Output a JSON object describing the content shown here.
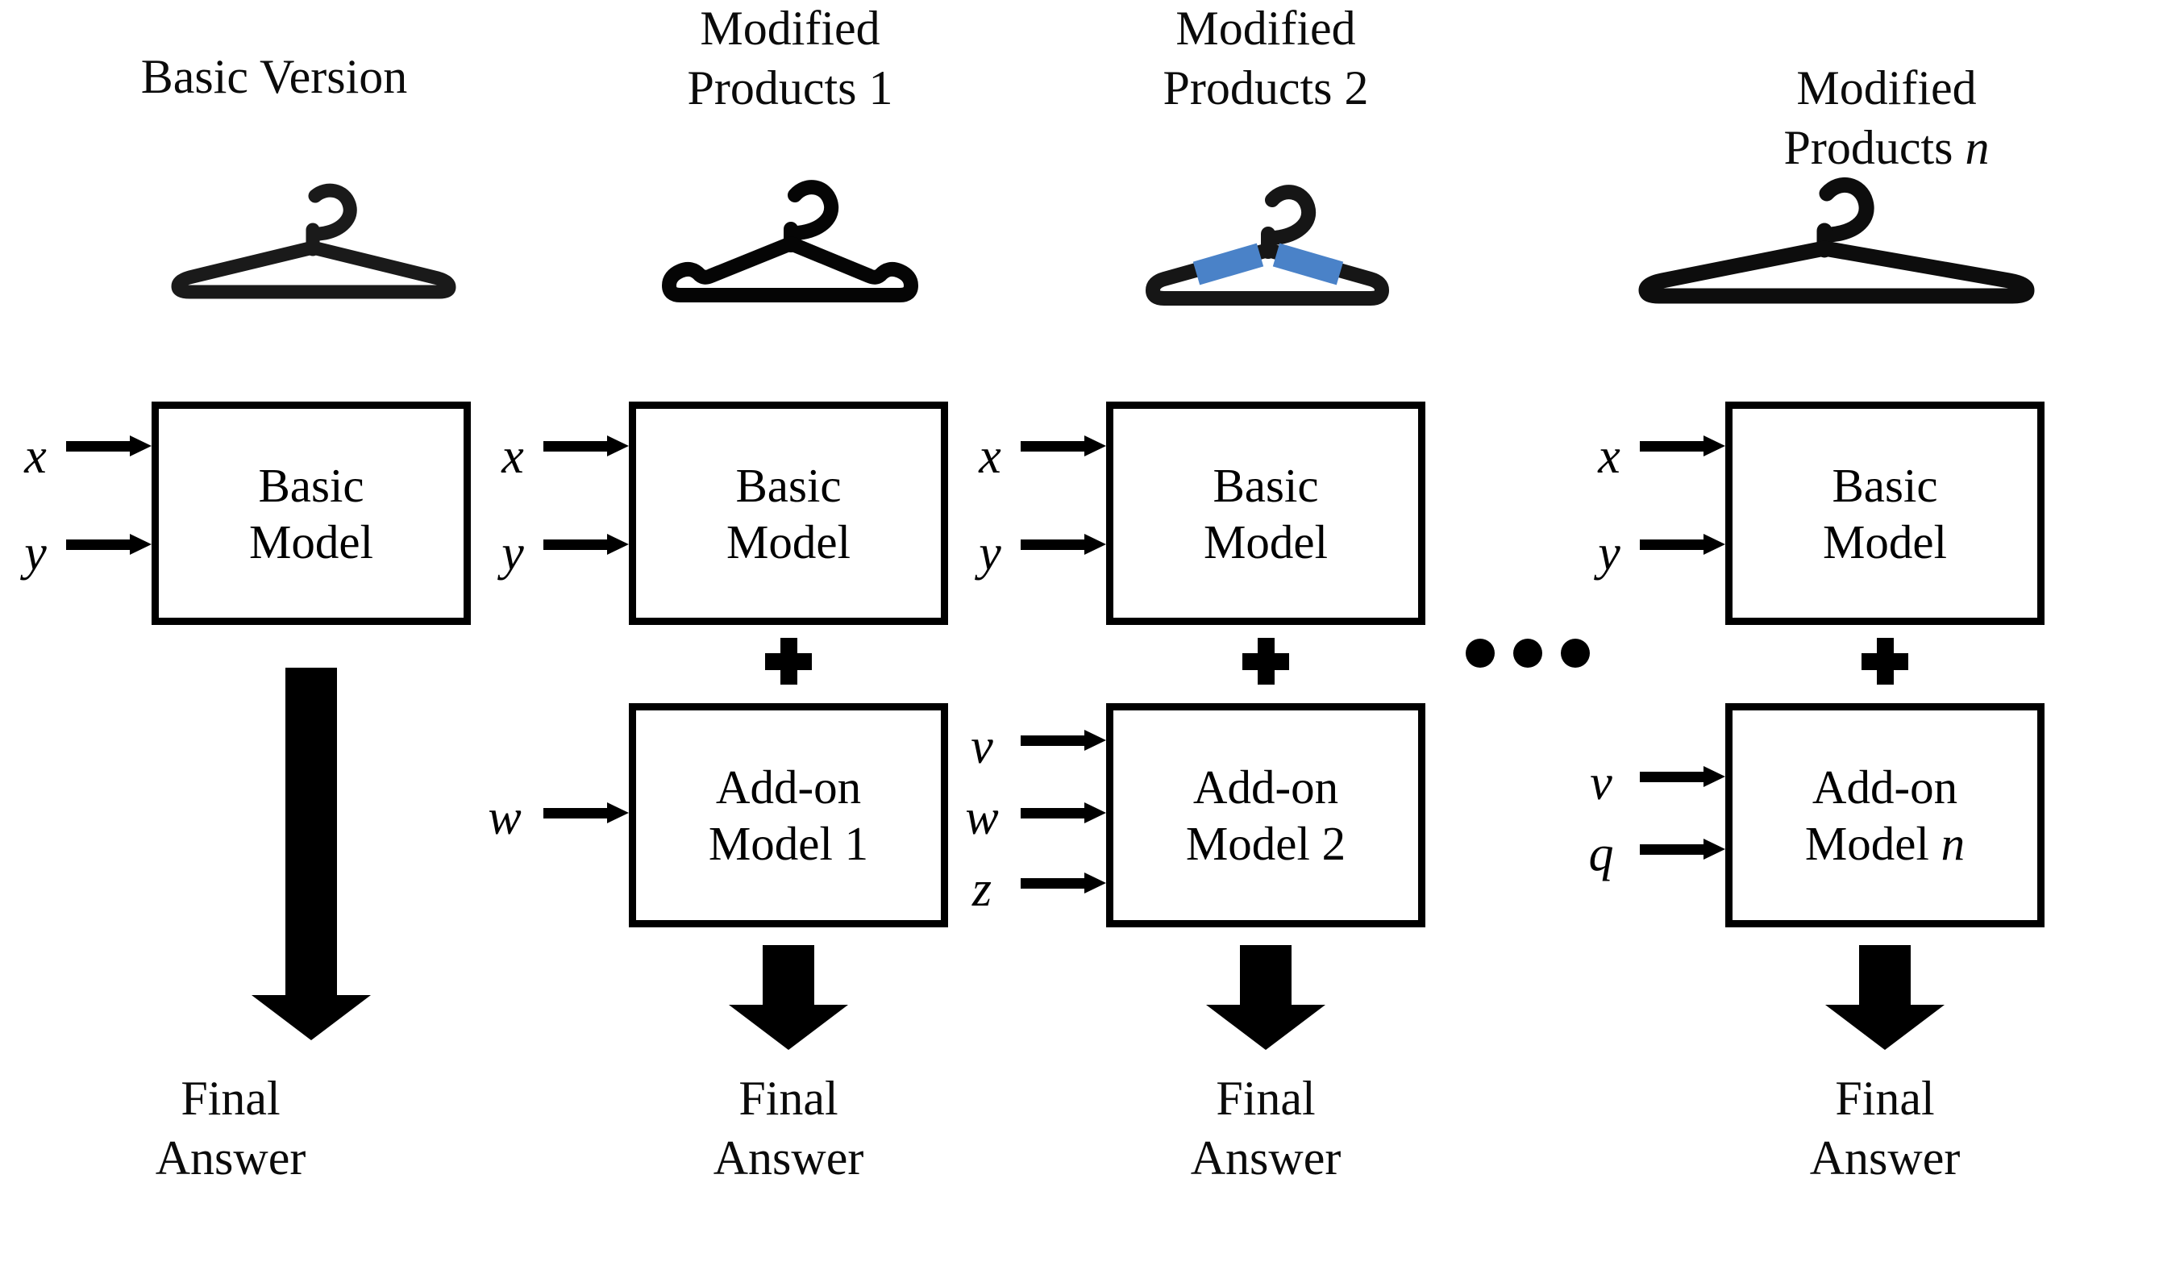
{
  "figure": {
    "background_color": "#ffffff",
    "stroke_color": "#000000",
    "accent_color": "#4a82c8"
  },
  "columns": [
    {
      "id": "basic-version",
      "title": "Basic Version",
      "hanger_icon": "clothes-hanger-plain-icon",
      "basic_model_label": "Basic\nModel",
      "basic_inputs": [
        "x",
        "y"
      ],
      "has_addon": false,
      "addon_model_label": "",
      "addon_inputs": [],
      "plus_symbol": "",
      "final_label": "Final\nAnswer"
    },
    {
      "id": "modified-products-1",
      "title": "Modified\nProducts 1",
      "hanger_icon": "clothes-hanger-notched-icon",
      "basic_model_label": "Basic\nModel",
      "basic_inputs": [
        "x",
        "y"
      ],
      "has_addon": true,
      "addon_model_label": "Add-on\nModel 1",
      "addon_inputs": [
        "w"
      ],
      "plus_symbol": "+",
      "final_label": "Final\nAnswer"
    },
    {
      "id": "modified-products-2",
      "title": "Modified\nProducts 2",
      "hanger_icon": "clothes-hanger-blue-grips-icon",
      "basic_model_label": "Basic\nModel",
      "basic_inputs": [
        "x",
        "y"
      ],
      "has_addon": true,
      "addon_model_label": "Add-on\nModel 2",
      "addon_inputs": [
        "v",
        "w",
        "z"
      ],
      "plus_symbol": "+",
      "final_label": "Final\nAnswer"
    },
    {
      "id": "modified-products-n",
      "title_plain": "Modified\nProducts ",
      "title_italic": "n",
      "title": "Modified\nProducts n",
      "hanger_icon": "clothes-hanger-wide-icon",
      "basic_model_label": "Basic\nModel",
      "basic_inputs": [
        "x",
        "y"
      ],
      "has_addon": true,
      "addon_label_plain": "Add-on\nModel ",
      "addon_label_italic": "n",
      "addon_model_label": "Add-on\nModel n",
      "addon_inputs": [
        "v",
        "q"
      ],
      "plus_symbol": "+",
      "final_label": "Final\nAnswer"
    }
  ],
  "ellipsis": "•••"
}
